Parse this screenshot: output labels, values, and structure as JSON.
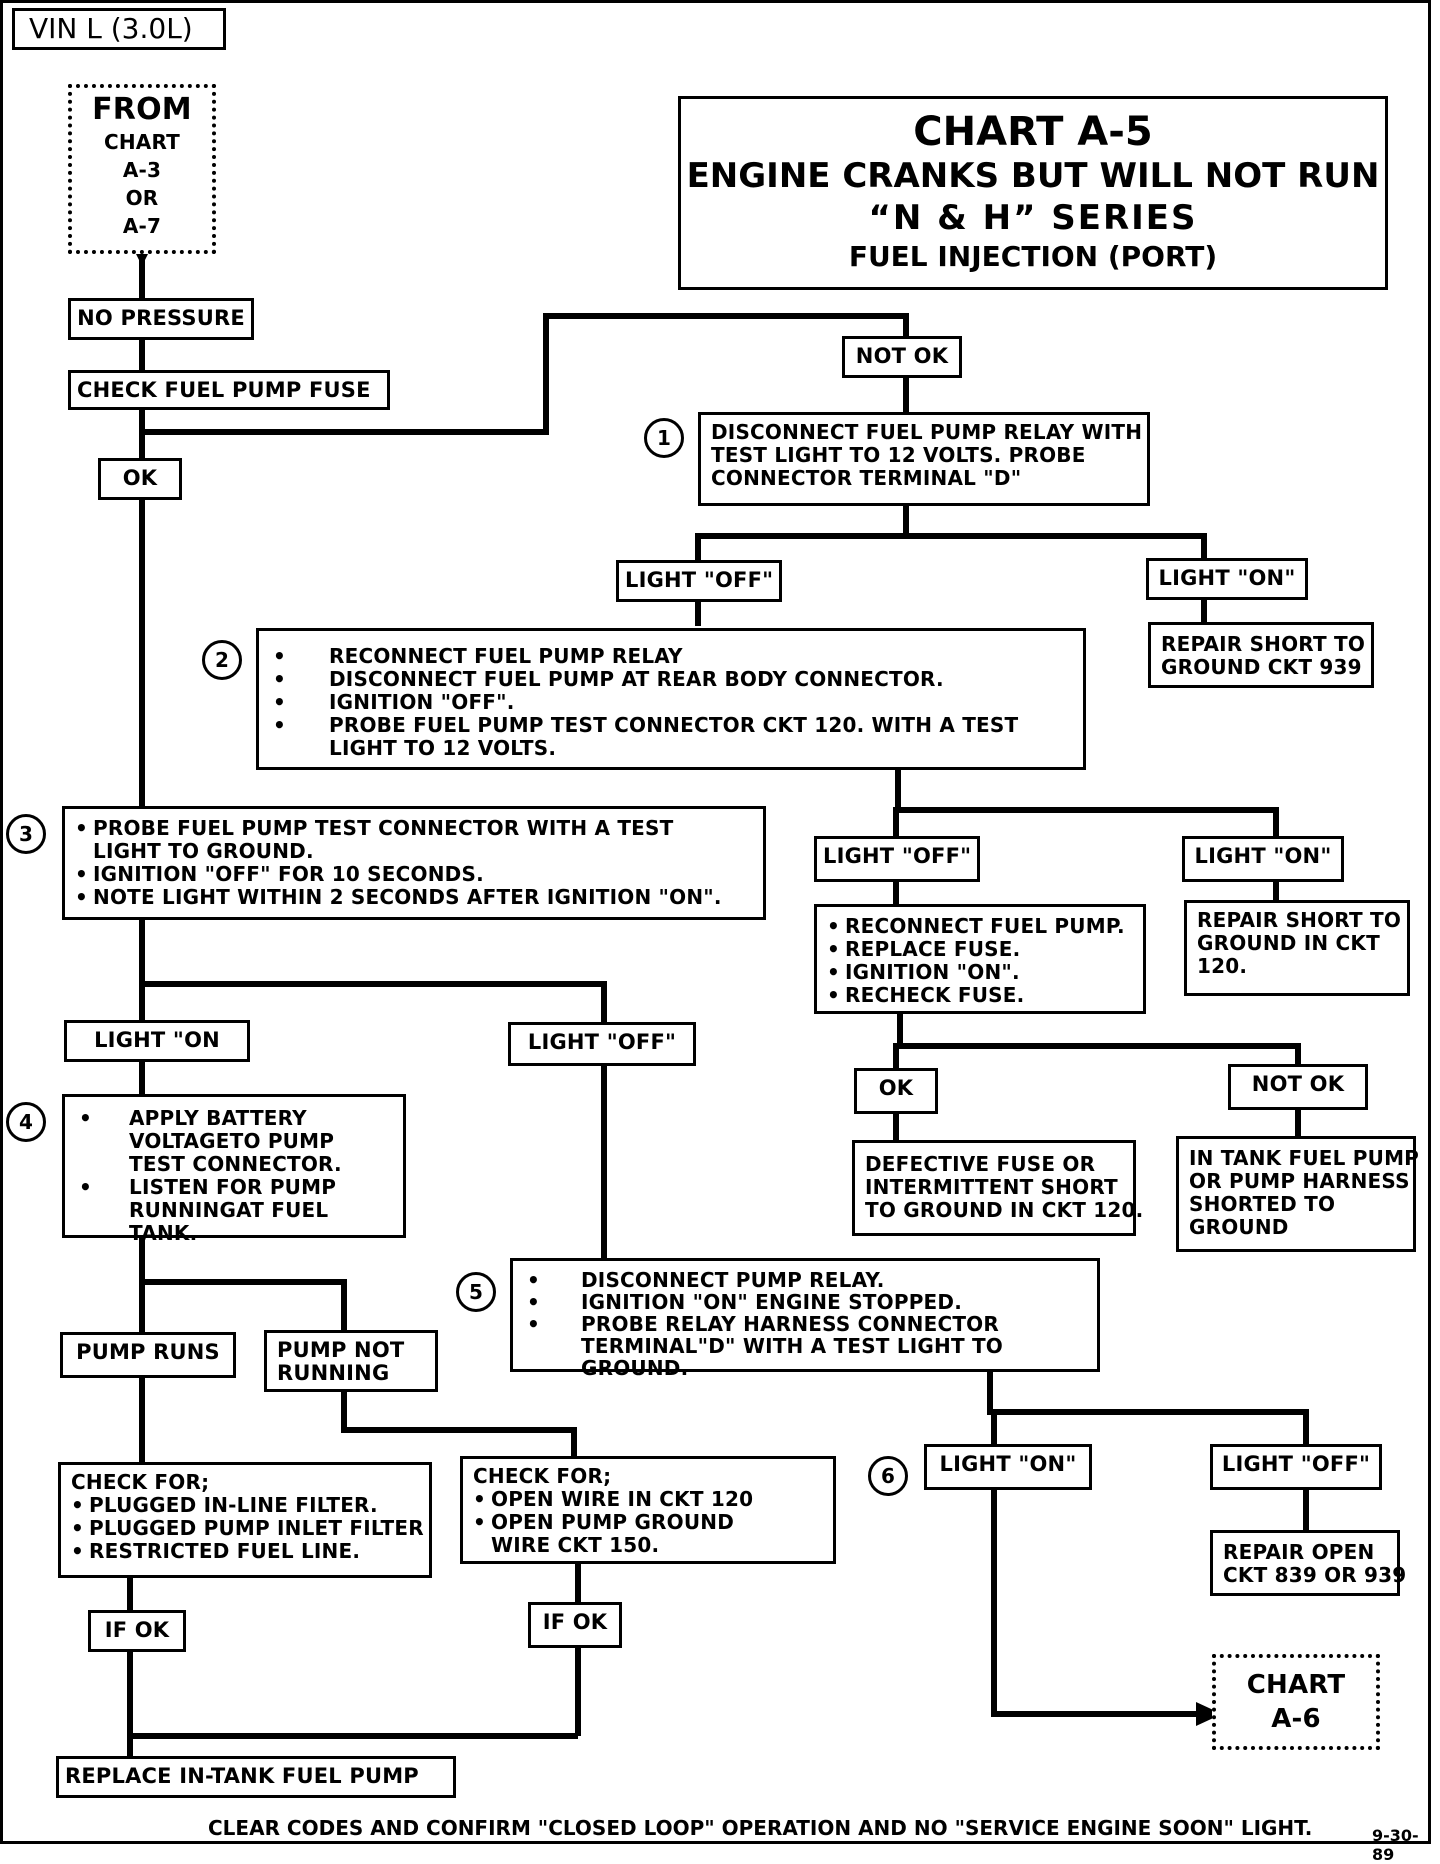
{
  "vin_label": "VIN L (3.0L)",
  "title": {
    "line1": "CHART A-5",
    "line2": "ENGINE CRANKS BUT WILL NOT RUN",
    "line3": "“N & H” SERIES",
    "line4": "FUEL INJECTION (PORT)"
  },
  "from_box": {
    "line1": "FROM",
    "line2": "CHART",
    "line3": "A-3",
    "line4": "OR",
    "line5": "A-7"
  },
  "to_box": {
    "line1": "CHART",
    "line2": "A-6"
  },
  "steps": {
    "s1": "1",
    "s2": "2",
    "s3": "3",
    "s4": "4",
    "s5": "5",
    "s6": "6"
  },
  "nodes": {
    "no_pressure": "NO PRESSURE",
    "check_fuse": "CHECK FUEL PUMP FUSE",
    "ok_1": "OK",
    "not_ok_1": "NOT OK",
    "step1_text": [
      "DISCONNECT FUEL PUMP RELAY WITH",
      "TEST LIGHT TO 12 VOLTS.  PROBE",
      "CONNECTOR TERMINAL \"D\""
    ],
    "light_off_1": "LIGHT \"OFF\"",
    "light_on_1": "LIGHT \"ON\"",
    "repair_short_939": [
      "REPAIR SHORT TO",
      "GROUND CKT 939"
    ],
    "step2_items": [
      "RECONNECT FUEL PUMP RELAY",
      "DISCONNECT FUEL PUMP AT REAR BODY CONNECTOR.",
      "IGNITION \"OFF\".",
      "PROBE FUEL PUMP TEST CONNECTOR CKT 120. WITH A TEST LIGHT TO 12 VOLTS."
    ],
    "light_off_2": "LIGHT \"OFF\"",
    "light_on_2": "LIGHT \"ON\"",
    "recon_items": [
      "RECONNECT FUEL PUMP.",
      "REPLACE FUSE.",
      "IGNITION \"ON\".",
      "RECHECK FUSE."
    ],
    "repair_short_120": [
      "REPAIR SHORT TO",
      "GROUND IN CKT",
      "120."
    ],
    "ok_2": "OK",
    "not_ok_2": "NOT OK",
    "defective_fuse": [
      "DEFECTIVE FUSE OR",
      "INTERMITTENT SHORT",
      "TO GROUND IN CKT 120."
    ],
    "in_tank_short": [
      "IN TANK FUEL PUMP",
      "OR  PUMP HARNESS",
      "SHORTED TO",
      "GROUND"
    ],
    "step3_items": [
      "PROBE FUEL PUMP TEST CONNECTOR WITH A TEST LIGHT TO GROUND.",
      "IGNITION \"OFF\" FOR 10 SECONDS.",
      "NOTE LIGHT WITHIN 2 SECONDS AFTER IGNITION \"ON\"."
    ],
    "light_on_3": "LIGHT \"ON",
    "light_off_3": "LIGHT \"OFF\"",
    "step4_items": [
      "APPLY BATTERY VOLTAGETO PUMP TEST CONNECTOR.",
      "LISTEN FOR PUMP RUNNINGAT FUEL TANK."
    ],
    "pump_runs": "PUMP RUNS",
    "pump_not_running": [
      "PUMP NOT",
      "RUNNING"
    ],
    "check_filters": [
      "CHECK FOR;",
      "PLUGGED IN-LINE FILTER.",
      "PLUGGED PUMP INLET FILTER",
      "RESTRICTED FUEL LINE."
    ],
    "check_wires": [
      "CHECK FOR;",
      "OPEN WIRE IN CKT 120",
      "OPEN PUMP GROUND WIRE CKT 150."
    ],
    "if_ok_1": "IF OK",
    "if_ok_2": "IF OK",
    "replace_pump": "REPLACE IN-TANK FUEL PUMP",
    "step5_items": [
      "DISCONNECT PUMP RELAY.",
      "IGNITION \"ON\" ENGINE STOPPED.",
      "PROBE RELAY HARNESS CONNECTOR TERMINAL\"D\" WITH A TEST LIGHT TO GROUND."
    ],
    "light_on_6": "LIGHT \"ON\"",
    "light_off_6": "LIGHT \"OFF\"",
    "repair_open": [
      "REPAIR OPEN",
      "CKT 839 OR 939"
    ]
  },
  "footer": "CLEAR CODES AND CONFIRM \"CLOSED LOOP\" OPERATION AND NO \"SERVICE ENGINE SOON\" LIGHT.",
  "stamp": "9-30-89"
}
